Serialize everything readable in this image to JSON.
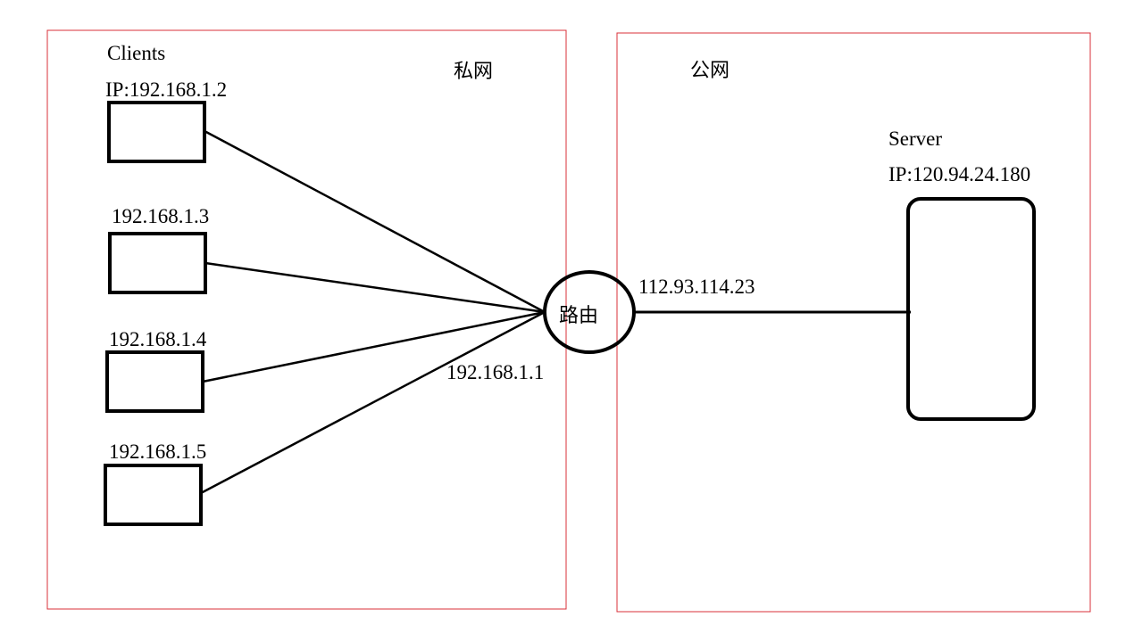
{
  "private_net": {
    "label": "私网",
    "clients_title": "Clients",
    "clients": [
      {
        "ip": "IP:192.168.1.2"
      },
      {
        "ip": "192.168.1.3"
      },
      {
        "ip": "192.168.1.4"
      },
      {
        "ip": "192.168.1.5"
      }
    ],
    "router_lan_ip": "192.168.1.1"
  },
  "router": {
    "label": "路由"
  },
  "public_net": {
    "label": "公网",
    "router_wan_ip": "112.93.114.23",
    "server_title": "Server",
    "server_ip": "IP:120.94.24.180"
  },
  "colors": {
    "zone_border": "#d9303a",
    "stroke": "#000000"
  }
}
